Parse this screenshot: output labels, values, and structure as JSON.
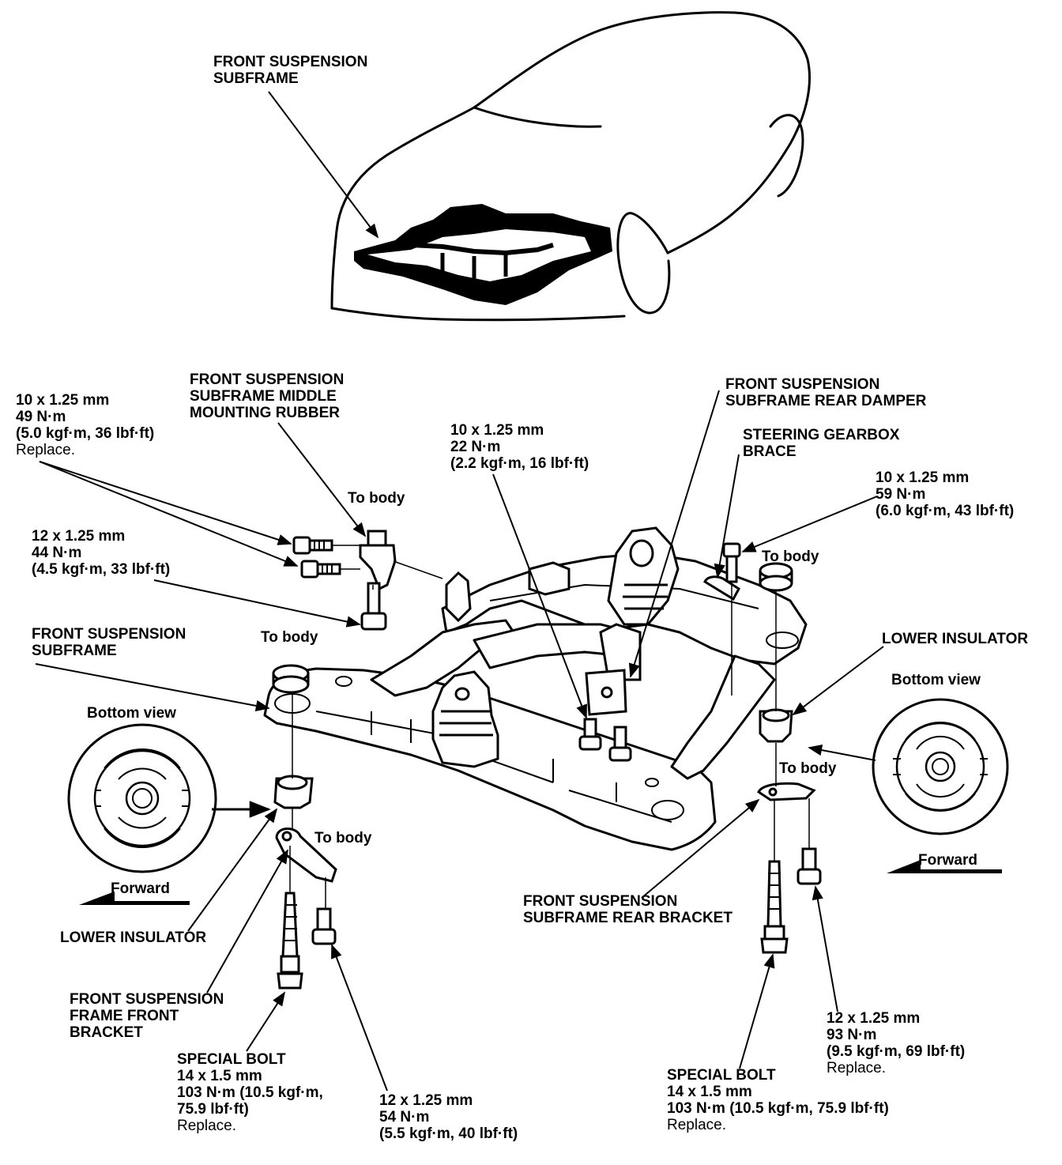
{
  "labels": {
    "car_subframe": [
      "FRONT SUSPENSION",
      "SUBFRAME"
    ],
    "middle_rubber": [
      "FRONT SUSPENSION",
      "SUBFRAME MIDDLE",
      "MOUNTING RUBBER"
    ],
    "bolt_10x125_49": {
      "size": "10 x 1.25 mm",
      "torque": "49 N·m",
      "imperial": "(5.0 kgf·m, 36 lbf·ft)",
      "note": "Replace."
    },
    "bolt_12x125_44": {
      "size": "12 x 1.25 mm",
      "torque": "44 N·m",
      "imperial": "(4.5 kgf·m, 33 lbf·ft)"
    },
    "bolt_10x125_22": {
      "size": "10 x 1.25 mm",
      "torque": "22 N·m",
      "imperial": "(2.2 kgf·m, 16 lbf·ft)"
    },
    "rear_damper": [
      "FRONT SUSPENSION",
      "SUBFRAME REAR DAMPER"
    ],
    "gearbox_brace": [
      "STEERING GEARBOX",
      "BRACE"
    ],
    "bolt_10x125_59": {
      "size": "10 x 1.25 mm",
      "torque": "59 N·m",
      "imperial": "(6.0 kgf·m, 43 lbf·ft)"
    },
    "to_body_middle": "To body",
    "to_body_right_top": "To body",
    "to_body_left": "To body",
    "to_body_front_bracket": "To body",
    "to_body_rear_bracket": "To body",
    "subframe": [
      "FRONT SUSPENSION",
      "SUBFRAME"
    ],
    "lower_insulator_right": "LOWER INSULATOR",
    "bottom_view_left": "Bottom view",
    "bottom_view_right": "Bottom view",
    "forward_left": "Forward",
    "forward_right": "Forward",
    "lower_insulator_left": "LOWER INSULATOR",
    "rear_bracket": [
      "FRONT SUSPENSION",
      "SUBFRAME REAR BRACKET"
    ],
    "front_bracket": [
      "FRONT SUSPENSION",
      "FRAME FRONT",
      "BRACKET"
    ],
    "special_bolt_left": {
      "title": "SPECIAL BOLT",
      "size": "14 x 1.5 mm",
      "torque": "103 N·m (10.5 kgf·m,",
      "torque2": "75.9 lbf·ft)",
      "note": "Replace."
    },
    "bolt_12x125_54": {
      "size": "12 x 1.25 mm",
      "torque": "54 N·m",
      "imperial": "(5.5 kgf·m, 40 lbf·ft)"
    },
    "bolt_12x125_93": {
      "size": "12 x 1.25 mm",
      "torque": "93 N·m",
      "imperial": "(9.5 kgf·m, 69 lbf·ft)",
      "note": "Replace."
    },
    "special_bolt_right": {
      "title": "SPECIAL BOLT",
      "size": "14 x 1.5 mm",
      "torque": "103 N·m (10.5 kgf·m, 75.9 lbf·ft)",
      "note": "Replace."
    }
  }
}
